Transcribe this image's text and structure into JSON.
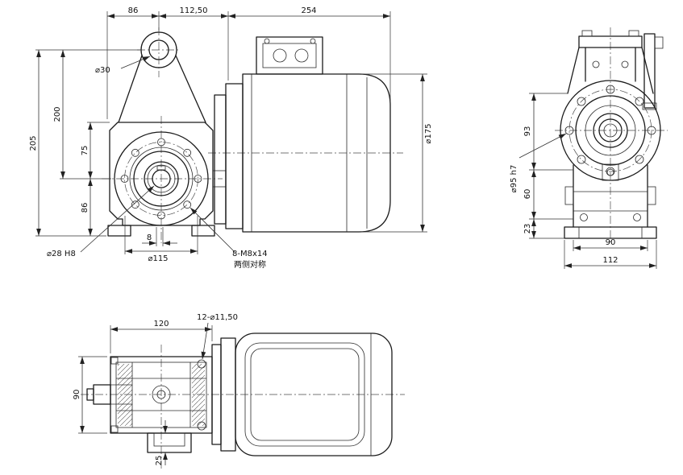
{
  "colors": {
    "background": "#ffffff",
    "line": "#1b1b1b",
    "dimension": "#333333"
  },
  "front": {
    "top_86": "86",
    "top_112_5": "112,50",
    "top_254": "254",
    "hole_d30": "⌀30",
    "left_205": "205",
    "left_200": "200",
    "left_75": "75",
    "left_86": "86",
    "key_8": "8",
    "bolt_d115": "⌀115",
    "shaft_d28": "⌀28 H8",
    "thread_callout": "8-M8x14",
    "thread_note": "两侧对称",
    "motor_d175": "⌀175"
  },
  "side": {
    "v_93": "93",
    "spigot_d95": "⌀95 h7",
    "v_60": "60",
    "v_23": "23",
    "h_90": "90",
    "h_112": "112"
  },
  "top": {
    "h_120": "120",
    "holes_callout": "12-⌀11,50",
    "v_90": "90",
    "v_25": "25"
  }
}
